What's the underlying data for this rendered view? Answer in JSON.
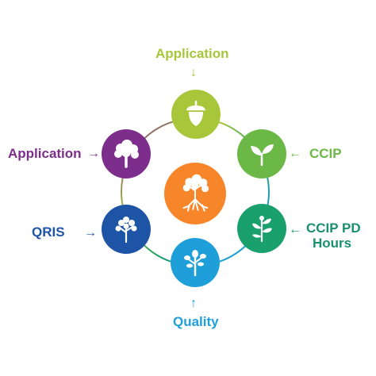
{
  "diagram": {
    "center": {
      "icon": "tree-with-roots-icon",
      "color": "#f7862a"
    },
    "nodes": [
      {
        "id": "top",
        "label": "Application",
        "icon": "acorn-icon",
        "color": "#a8c63a",
        "label_color": "#a8c63a"
      },
      {
        "id": "upper-right",
        "label": "CCIP",
        "icon": "sprout-icon",
        "color": "#6cb846",
        "label_color": "#6cb846"
      },
      {
        "id": "lower-right",
        "label_lines": [
          "CCIP PD",
          "Hours"
        ],
        "icon": "sapling-icon",
        "color": "#1aa06c",
        "label_color": "#1a9070"
      },
      {
        "id": "bottom",
        "label": "Quality",
        "icon": "young-tree-icon",
        "color": "#1e9fd9",
        "label_color": "#1e9fd9"
      },
      {
        "id": "lower-left",
        "label": "QRIS",
        "icon": "leafy-tree-icon",
        "color": "#1e54a6",
        "label_color": "#1e54a6"
      },
      {
        "id": "upper-left",
        "label": "Application",
        "icon": "full-tree-icon",
        "color": "#7d2d8c",
        "label_color": "#7d2d8c"
      }
    ],
    "ring_colors": [
      "#a8c63a",
      "#6cb846",
      "#1aa06c",
      "#1e9fd9",
      "#1e54a6",
      "#7d2d8c"
    ]
  }
}
